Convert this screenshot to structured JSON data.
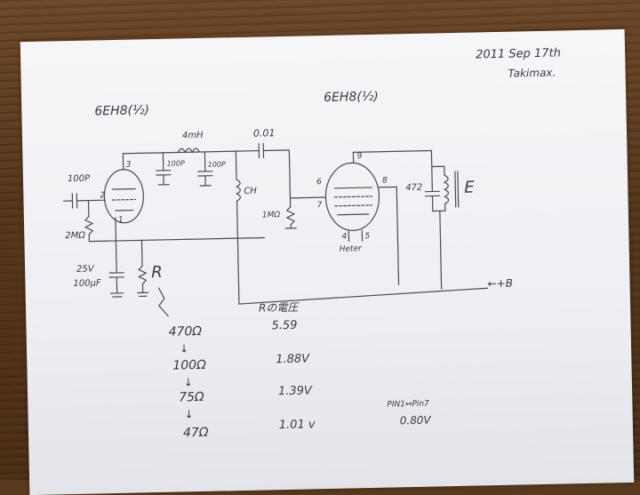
{
  "header": {
    "date": "2011 Sep 17th",
    "author": "Takimax."
  },
  "tubes": {
    "left_label": "6EH8(½)",
    "right_label": "6EH8(½)",
    "right_pins": {
      "p9": "9",
      "p6": "6",
      "p7": "7",
      "p8": "8",
      "p4": "4",
      "p5": "5"
    },
    "left_pins": {
      "p3": "3",
      "p2": "2",
      "p1": "1"
    }
  },
  "components": {
    "coupling_in": "100P",
    "grid_res": "2MΩ",
    "cap_a": "100P",
    "inductor": "4mH",
    "cap_b": "100P",
    "choke": "CH",
    "coupling_cap": "0.01",
    "grid_res_2": "1MΩ",
    "heater": "Heter",
    "cathode_cap_v": "25V",
    "cathode_cap_c": "100μF",
    "resistor_r": "R",
    "output_cap": "472",
    "speaker": "E",
    "supply": "←+B"
  },
  "table": {
    "header": "Rの電圧",
    "rows": [
      {
        "resistance": "470Ω",
        "voltage": "5.59"
      },
      {
        "resistance": "100Ω",
        "voltage": "1.88V"
      },
      {
        "resistance": "75Ω",
        "voltage": "1.39V"
      },
      {
        "resistance": "47Ω",
        "voltage": "1.01 v"
      }
    ],
    "arrow": "↓"
  },
  "note": {
    "pin_label": "PIN1↔Pin7",
    "voltage": "0.80V"
  }
}
